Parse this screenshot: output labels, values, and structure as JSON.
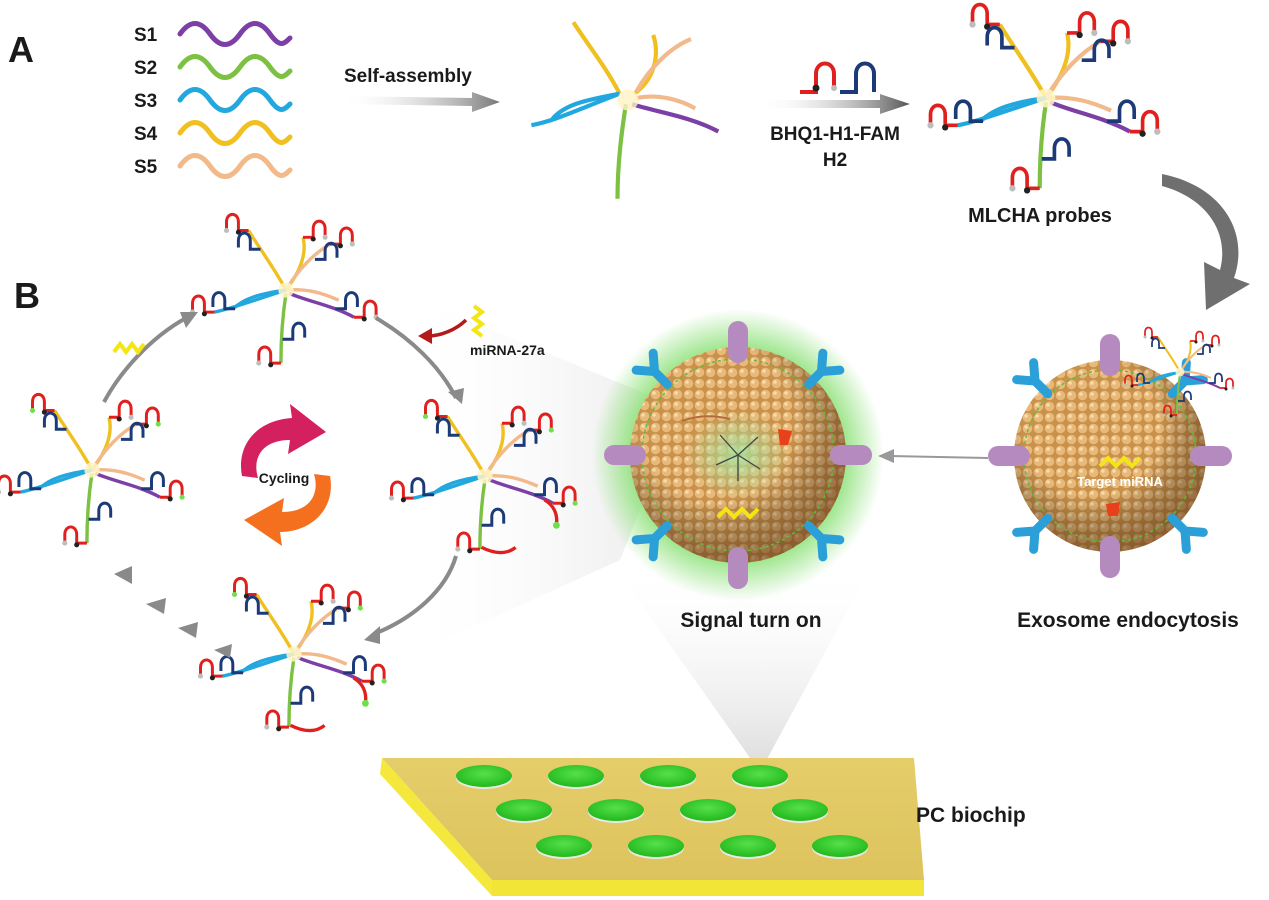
{
  "panels": {
    "a": "A",
    "b": "B"
  },
  "strands": [
    {
      "label": "S1",
      "color": "#7b3fa6"
    },
    {
      "label": "S2",
      "color": "#7cc142"
    },
    {
      "label": "S3",
      "color": "#22a8de"
    },
    {
      "label": "S4",
      "color": "#f0c020"
    },
    {
      "label": "S5",
      "color": "#f2b98a"
    }
  ],
  "labels": {
    "self_assembly": "Self-assembly",
    "hairpin_h1": "BHQ1-H1-FAM",
    "hairpin_h2": "H2",
    "probes": "MLCHA probes",
    "target": "miRNA-27a",
    "cycling": "Cycling",
    "signal": "Signal turn on",
    "endocytosis": "Exosome endocytosis",
    "target_mirna": "Target miRNA",
    "biochip": "PC biochip"
  },
  "colors": {
    "h1": "#e0201e",
    "h2": "#1c3a78",
    "fluor": "#6de04a",
    "exosome": "#d9a866",
    "antibody": "#2a9fd8",
    "membrane_protein": "#b58bbf",
    "chip": "#e2c964",
    "spot": "#38d131",
    "arrow": "#8a8a8a",
    "cycle_top": "#d4205e",
    "cycle_bottom": "#f5701e"
  }
}
